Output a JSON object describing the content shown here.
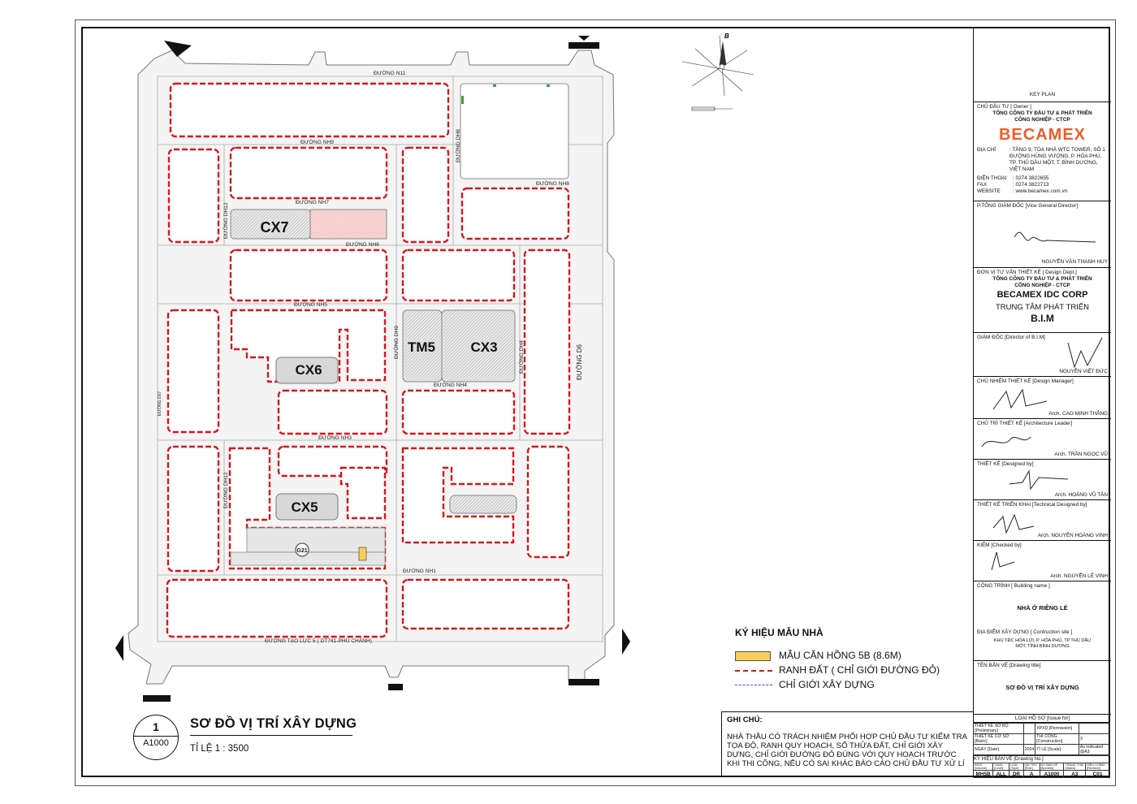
{
  "map": {
    "compass_label": "B",
    "streets": {
      "n11": "ĐƯỜNG N11",
      "nh9": "ĐƯỜNG NH9",
      "dh8": "ĐƯỜNG DH8",
      "nh8": "ĐƯỜNG NH8",
      "nh7": "ĐƯỜNG NH7",
      "dh12_top": "ĐƯỜNG DH12",
      "nh6": "ĐƯỜNG NH6",
      "nh5": "ĐƯỜNG NH5",
      "dh9": "ĐƯỜNG DH9",
      "dh4": "ĐƯỜNG DH4",
      "d6": "ĐƯỜNG D6",
      "d07": "ĐƯỜNG D07",
      "nh4": "ĐƯỜNG NH4",
      "nh3": "ĐƯỜNG NH3",
      "dh12_bottom": "ĐƯỜNG DH12",
      "nh1": "ĐƯỜNG NH1",
      "tao_luc": "ĐƯỜNG TẠO LỰC 5 ( DT741-PHÚ CHÁNH)"
    },
    "zones": {
      "cx7": "CX7",
      "cx6": "CX6",
      "tm5": "TM5",
      "cx3": "CX3",
      "cx5": "CX5",
      "g21": "G21"
    }
  },
  "legend": {
    "title": "KÝ HIỆU MẪU NHÀ",
    "items": [
      {
        "label": "MẪU CĂN HỒNG 5B (8.6M)",
        "color": "#f6cf5a"
      },
      {
        "label": "RANH ĐẤT ( CHỈ GIỚI ĐƯỜNG ĐỎ)",
        "color": "#d8171c"
      },
      {
        "label": "CHỈ GIỚI XÂY DỰNG",
        "color": "#3a49c8"
      }
    ]
  },
  "notes": {
    "heading": "GHI CHÚ:",
    "text": "NHÀ THẦU CÓ TRÁCH NHIỆM PHỐI HỢP CHỦ ĐẦU TƯ KIỂM TRA TỌA ĐỘ, RANH QUY HOẠCH, SỐ THỬA ĐẤT, CHỈ GIỚI XÂY DỰNG, CHỈ GIỚI ĐƯỜNG ĐỎ ĐÚNG VỚI QUY HOẠCH TRƯỚC KHI THI CÔNG, NẾU CÓ SAI KHÁC BÁO CÁO CHỦ ĐẦU TƯ XỬ LÍ"
  },
  "drawing": {
    "number": "1",
    "sheet": "A1000",
    "title": "SƠ ĐỒ VỊ TRÍ XÂY DỰNG",
    "scale": "TỈ LỆ 1 : 3500"
  },
  "title_block": {
    "key_plan": "KEY PLAN",
    "owner_label": "CHỦ ĐẦU TƯ  [ Owner ]",
    "owner_name": "TỔNG CÔNG TY ĐẦU TƯ & PHÁT TRIỂN CÔNG NGHIỆP - CTCP",
    "logo": "BECAMEX",
    "address_label": "ĐỊA CHỈ",
    "address": ": TẦNG 9, TÒA NHÀ WTC TOWER, SỐ 1 ĐƯỜNG HÙNG VƯƠNG, P. HÒA PHÚ, TP. THỦ DẦU MỘT, T. BÌNH DƯƠNG, VIỆT NAM",
    "phone_label": "ĐIỆN THOẠI",
    "phone": ": 0274 3822655",
    "fax_label": "FAX",
    "fax": ": 0274 3822713",
    "web_label": "WEBSITE",
    "web": ": www.becamex.com.vn",
    "vgd_label": "P.TỔNG GIÁM ĐỐC [Vice General Director]",
    "vgd_name": "NGUYỄN VĂN THANH HUY",
    "design_label": "ĐƠN VỊ TƯ VẤN THIẾT KẾ  [ Design Dept.]",
    "design_owner": "TỔNG CÔNG TY ĐẦU TƯ & PHÁT TRIỂN CÔNG NGHIỆP - CTCP",
    "design_corp": "BECAMEX IDC CORP",
    "design_center": "TRUNG TÂM PHÁT TRIỂN",
    "design_bim": "B.I.M",
    "director_label": "GIÁM ĐỐC [Director of B.I.M]",
    "director_name": "NGUYỄN VIỆT ĐỨC",
    "manager_label": "CHỦ NHIỆM THIẾT KẾ [Design Manager]",
    "manager_name": "Arch. CAO MINH THẮNG",
    "leader_label": "CHỦ TRÌ THIẾT KẾ [Architecture Leader]",
    "leader_name": "Arch. TRẦN NGỌC VŨ",
    "designer_label": "THIẾT KẾ [Designed by]",
    "designer_name": "Arch. HOÀNG VŨ TÂN",
    "tech_label": "THIẾT KẾ TRIỂN KHAI [Technical Designed by]",
    "tech_name": "Arch. NGUYỄN HOÀNG VINH",
    "check_label": "KIỂM [Checked by]",
    "check_name": "Arch. NGUYỄN LÊ VINH",
    "building_label": "CÔNG TRÌNH [ Building name ]",
    "building_name": "NHÀ Ở RIÊNG LẺ",
    "site_label": "ĐỊA ĐIỂM XÂY DỰNG [ Contruction site ]",
    "site_name": "KHU TĐC HÒA LỢI, P. HÒA PHÚ, TP.THỦ DẦU MỘT, TỈNH BÌNH DƯƠNG",
    "title_label": "TÊN BẢN VẼ  [Drawing title]",
    "title_name": "SƠ ĐỒ VỊ TRÍ XÂY DỰNG",
    "issue_label": "LOẠI HỒ SƠ [Issue for]",
    "issue_rows": [
      [
        "THIẾT KẾ SƠ BỘ [Preliminary]",
        "",
        "XPXD [Permission]",
        ""
      ],
      [
        "THIẾT KẾ CƠ SỞ [Basic]",
        "",
        "THI CÔNG [Construction]",
        "X"
      ],
      [
        "NGÀY [Date]",
        "2024",
        "TỈ LỆ [Scale]:",
        "As indicated @A3"
      ]
    ],
    "drawing_no_label": "KÝ HIỆU BẢN VẼ [Drawing No.]",
    "code_headers": [
      "KHỐI [Volume]",
      "TẦNG [Level]",
      "LOẠI [Type]",
      "VAI TRÒ [Role]",
      "SỐ BẢN VẼ [Number]",
      "TRẠNG THÁI [Status]",
      "HIỆU CHỈNH [Revision]"
    ],
    "code_values": [
      "MH5B",
      "ALL",
      "DR",
      "A",
      "A1000",
      "A3",
      "C01"
    ]
  },
  "colors": {
    "red_boundary": "#d8171c",
    "road_fill": "#f2f2f2",
    "hatch_zone": "#cfcfcf",
    "pink_zone": "#f6c6c6",
    "yellow_unit": "#f6cf5a",
    "logo_orange": "#e8602c"
  }
}
